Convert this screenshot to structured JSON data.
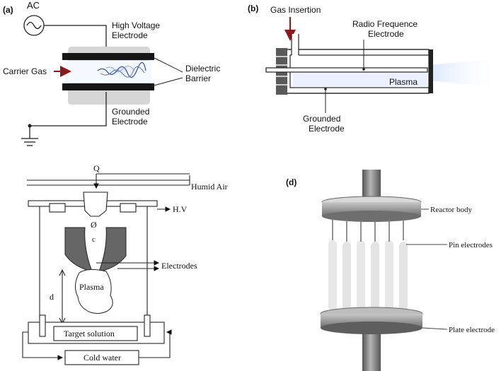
{
  "panels": {
    "a": {
      "tag": "(a)",
      "ac": "AC",
      "high_voltage": [
        "High Voltage",
        "Electrode"
      ],
      "carrier_gas": "Carrier Gas",
      "dielectric": [
        "Dielectric",
        "Barrier"
      ],
      "grounded": [
        "Grounded",
        "Electrode"
      ]
    },
    "b": {
      "tag": "(b)",
      "gas_insertion": "Gas Insertion",
      "rf_electrode": [
        "Radio Frequence",
        "Electrode"
      ],
      "plasma": "Plasma",
      "grounded": [
        "Grounded",
        "Electrode"
      ]
    },
    "c": {
      "q": "Q",
      "humid_air": "Humid Air",
      "hv": "H.V",
      "phi": "Ø",
      "c_label": "c",
      "electrodes": "Electrodes",
      "plasma": "Plasma",
      "d_label": "d",
      "target_solution": "Target solution",
      "cold_water": "Cold water"
    },
    "d": {
      "tag": "(d)",
      "reactor_body": "Reactor body",
      "pin_electrodes": "Pin electrodes",
      "plate_electrode": "Plate electrode"
    }
  },
  "colors": {
    "plasma_blue": "#8fb3ff",
    "arrow_red": "#8b1a1a",
    "reactor_gray": "#7d7d7d"
  }
}
